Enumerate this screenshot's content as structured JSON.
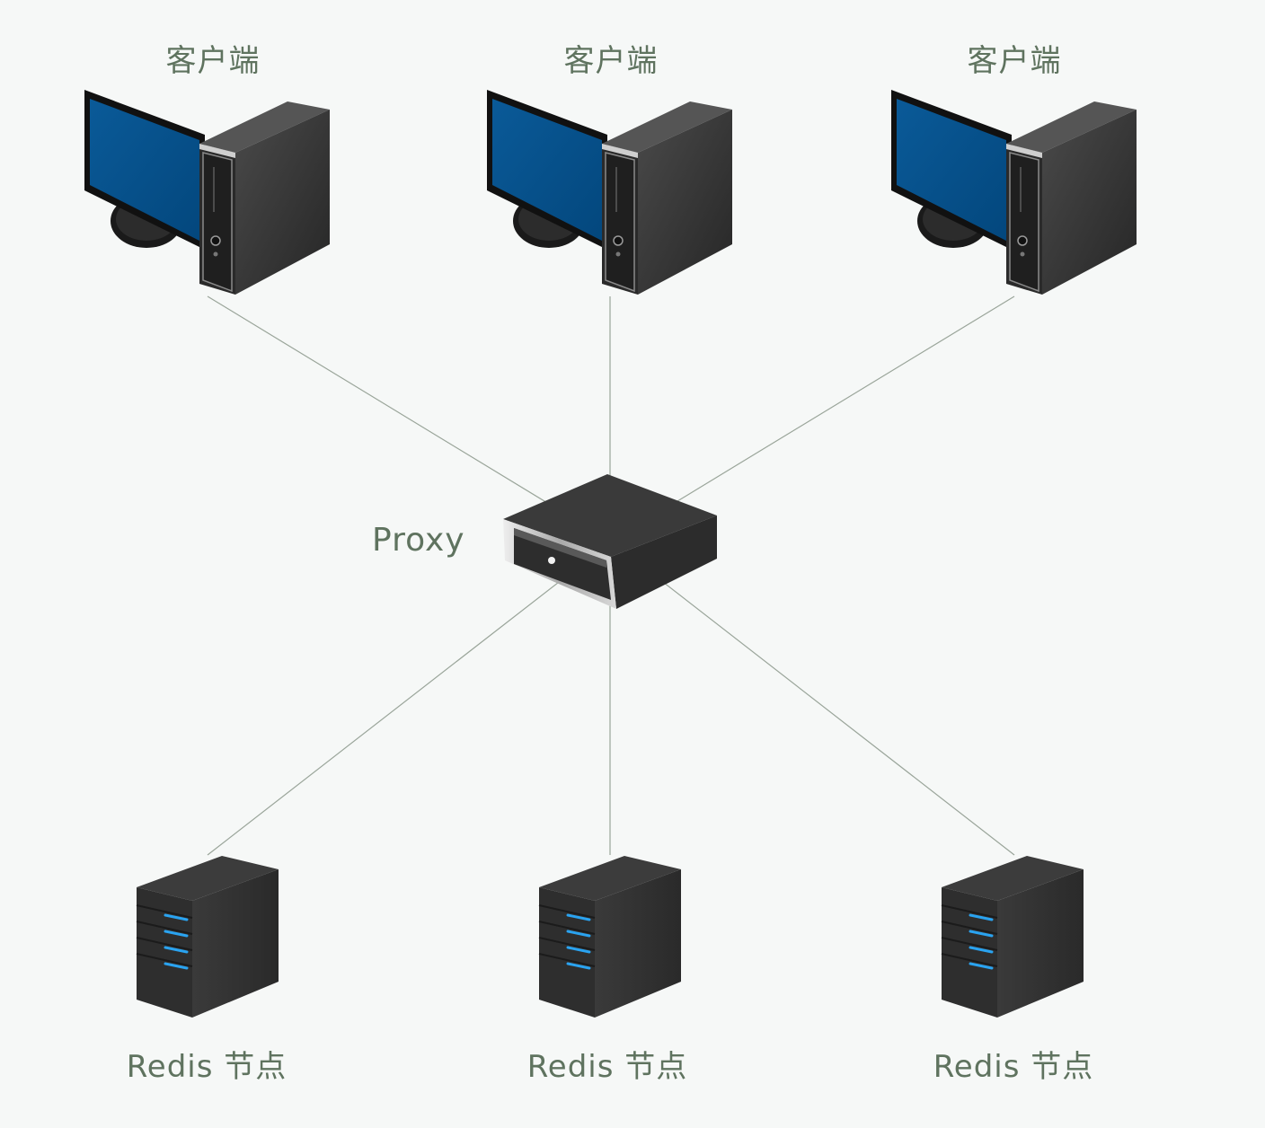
{
  "clients": [
    {
      "label": "客户端",
      "icon": "desktop-computer-icon"
    },
    {
      "label": "客户端",
      "icon": "desktop-computer-icon"
    },
    {
      "label": "客户端",
      "icon": "desktop-computer-icon"
    }
  ],
  "proxy": {
    "label": "Proxy",
    "icon": "proxy-server-icon"
  },
  "nodes": [
    {
      "label": "Redis 节点",
      "icon": "server-tower-icon"
    },
    {
      "label": "Redis 节点",
      "icon": "server-tower-icon"
    },
    {
      "label": "Redis 节点",
      "icon": "server-tower-icon"
    }
  ],
  "colors": {
    "background": "#f6f8f7",
    "label": "#5f735f",
    "connector": "#9aa59a",
    "screen": "#044f8a",
    "device_dark": "#363636",
    "led": "#2aa3f0"
  }
}
